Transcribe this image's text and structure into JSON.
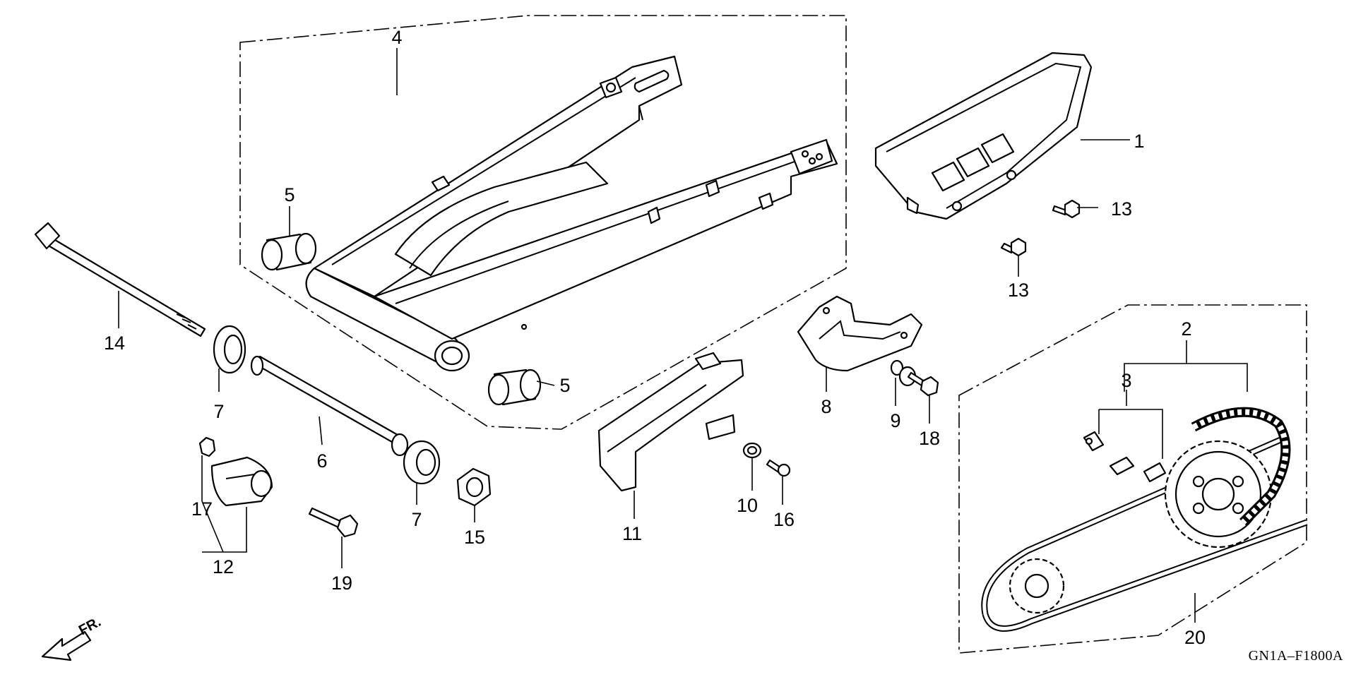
{
  "diagram": {
    "drawing_code": "GN1A–F1800A",
    "direction_label": "FR.",
    "callouts": [
      {
        "id": "c1",
        "label": "1"
      },
      {
        "id": "c2",
        "label": "2"
      },
      {
        "id": "c3",
        "label": "3"
      },
      {
        "id": "c4",
        "label": "4"
      },
      {
        "id": "c5a",
        "label": "5"
      },
      {
        "id": "c5b",
        "label": "5"
      },
      {
        "id": "c6",
        "label": "6"
      },
      {
        "id": "c7a",
        "label": "7"
      },
      {
        "id": "c7b",
        "label": "7"
      },
      {
        "id": "c8",
        "label": "8"
      },
      {
        "id": "c9",
        "label": "9"
      },
      {
        "id": "c10",
        "label": "10"
      },
      {
        "id": "c11",
        "label": "11"
      },
      {
        "id": "c12",
        "label": "12"
      },
      {
        "id": "c13a",
        "label": "13"
      },
      {
        "id": "c13b",
        "label": "13"
      },
      {
        "id": "c14",
        "label": "14"
      },
      {
        "id": "c15",
        "label": "15"
      },
      {
        "id": "c16",
        "label": "16"
      },
      {
        "id": "c17",
        "label": "17"
      },
      {
        "id": "c18",
        "label": "18"
      },
      {
        "id": "c19",
        "label": "19"
      },
      {
        "id": "c20",
        "label": "20"
      }
    ]
  }
}
